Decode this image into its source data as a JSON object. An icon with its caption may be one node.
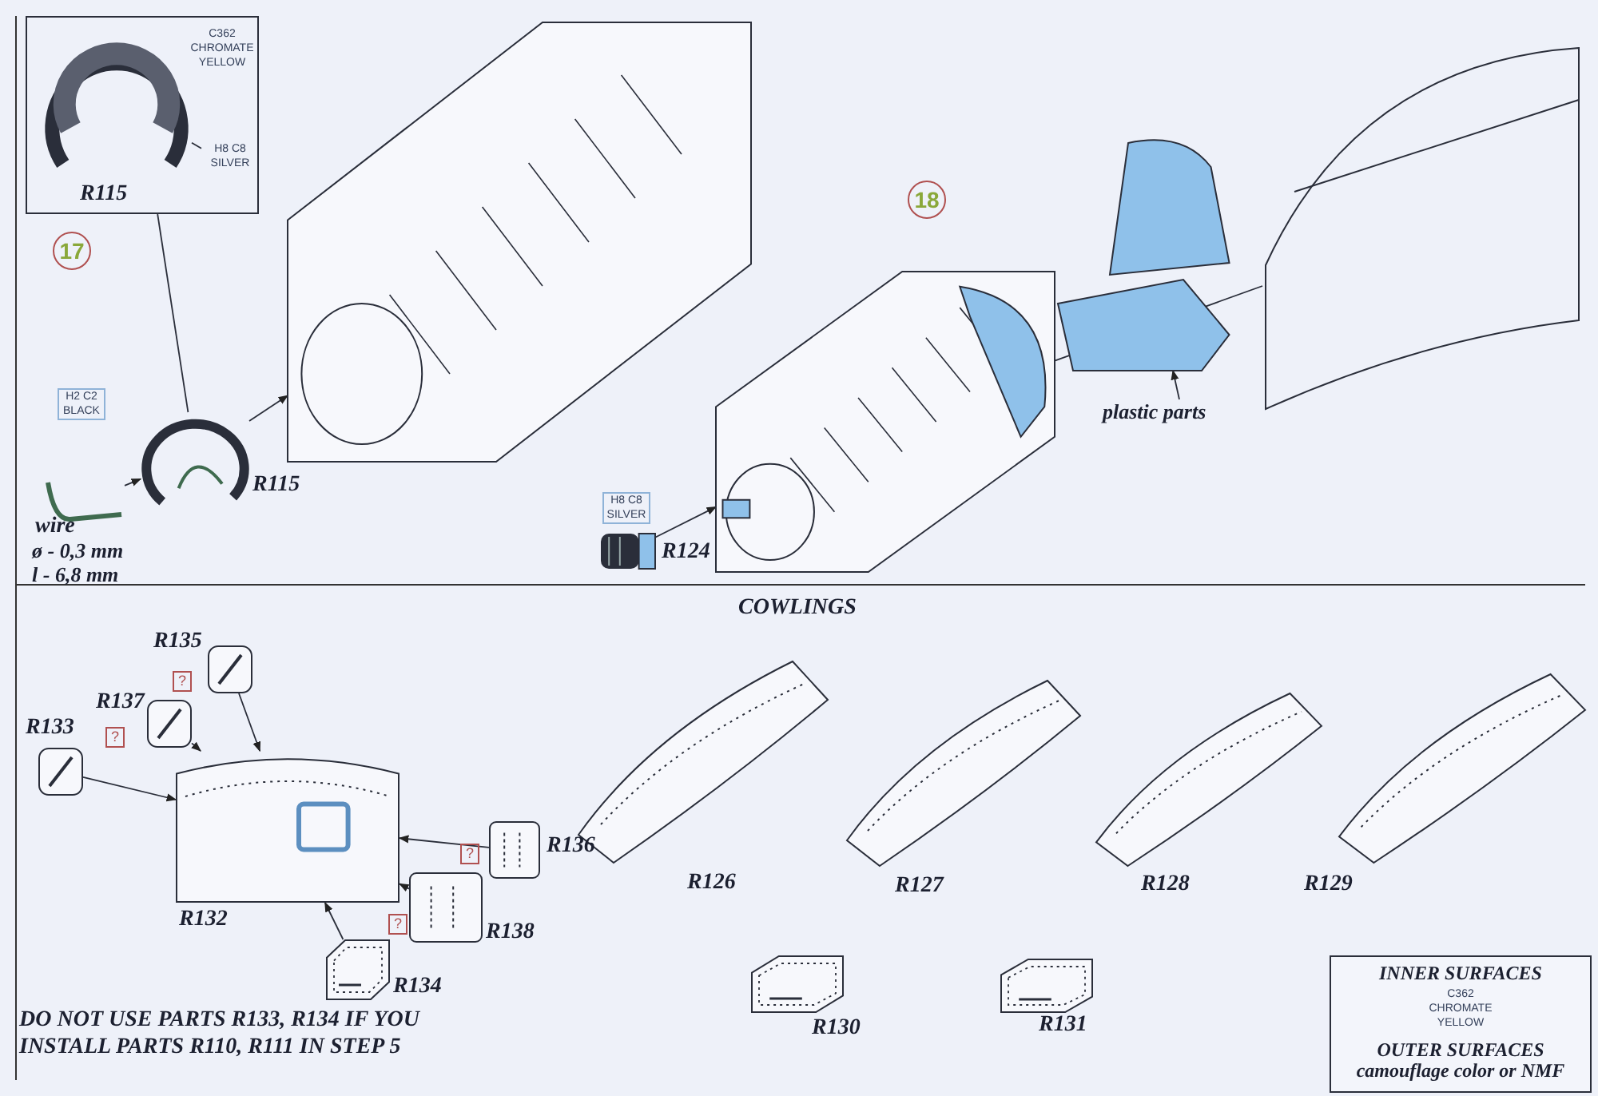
{
  "diagram": {
    "nodes": [
      {
        "text": [],
        "shape": "box"
      },
      {
        "text": [],
        "shape": "picture",
        "in": 0,
        "beside": [
          "R115"
        ]
      },
      {
        "text": [
          "C362 CHROMATE YELLOW"
        ],
        "in": 0
      },
      {
        "text": [
          "H8 C8 SILVER"
        ],
        "in": 0
      },
      {
        "text": [],
        "shape": "picture"
      },
      {
        "text": [],
        "shape": "picture",
        "beside": [
          "R115"
        ]
      },
      {
        "text": [],
        "shape": "picture",
        "beside": [
          "wire",
          "ø - 0,3 mm",
          "l - 6,8 mm"
        ]
      },
      {
        "text": [],
        "shape": "picture"
      },
      {
        "text": [],
        "shape": "picture",
        "beside": [
          "R124"
        ]
      },
      {
        "text": [],
        "shape": "picture"
      },
      {
        "text": [
          "plastic parts"
        ]
      },
      {
        "text": [],
        "shape": "picture"
      },
      {
        "text": [],
        "shape": "picture",
        "beside": [
          "R135"
        ]
      },
      {
        "text": [],
        "shape": "picture",
        "beside": [
          "R137"
        ]
      },
      {
        "text": [],
        "shape": "picture",
        "beside": [
          "R133"
        ]
      },
      {
        "text": [],
        "shape": "picture",
        "beside": [
          "R132"
        ]
      },
      {
        "text": [],
        "shape": "picture",
        "beside": [
          "R136"
        ]
      },
      {
        "text": [],
        "shape": "picture",
        "beside": [
          "R138"
        ]
      },
      {
        "text": [],
        "shape": "picture",
        "beside": [
          "R134"
        ]
      },
      {
        "text": [],
        "shape": "picture",
        "beside": [
          "R126"
        ]
      },
      {
        "text": [],
        "shape": "picture",
        "beside": [
          "R127"
        ]
      },
      {
        "text": [],
        "shape": "picture",
        "beside": [
          "R128"
        ]
      },
      {
        "text": [],
        "shape": "picture",
        "beside": [
          "R129"
        ]
      },
      {
        "text": [],
        "shape": "picture",
        "beside": [
          "R130"
        ]
      },
      {
        "text": [],
        "shape": "picture",
        "beside": [
          "R131"
        ]
      },
      {
        "text": [
          "INNER SURFACES",
          "C362 CHROMATE YELLOW",
          "OUTER SURFACES camouflage color or NMF"
        ]
      }
    ],
    "edges": [
      {
        "from": 3,
        "to": 1,
        "arrow": "none"
      },
      {
        "from": 0,
        "to": 5,
        "arrow": "none"
      },
      {
        "from": 5,
        "to": 4,
        "arrow": "to"
      },
      {
        "from": 6,
        "to": 5,
        "arrow": "to"
      },
      {
        "from": 8,
        "to": 7,
        "arrow": "to"
      },
      {
        "from": 7,
        "to": 9,
        "arrow": "none"
      },
      {
        "from": 10,
        "to": 11,
        "arrow": "to"
      },
      {
        "from": 14,
        "to": 15,
        "arrow": "to"
      },
      {
        "from": 13,
        "to": 15,
        "arrow": "to"
      },
      {
        "from": 12,
        "to": 15,
        "arrow": "to"
      },
      {
        "from": 18,
        "to": 15,
        "arrow": "to"
      },
      {
        "from": 17,
        "to": 15,
        "arrow": "to"
      },
      {
        "from": 16,
        "to": 15,
        "arrow": "to"
      }
    ],
    "labels": [
      "17",
      "H2 C2 BLACK",
      "18",
      "H8 C8 SILVER",
      "COWLINGS",
      "?",
      "?",
      "?",
      "?",
      "DO NOT USE PARTS R133, R134 IF YOU INSTALL PARTS R110, R111 IN STEP 5"
    ]
  }
}
